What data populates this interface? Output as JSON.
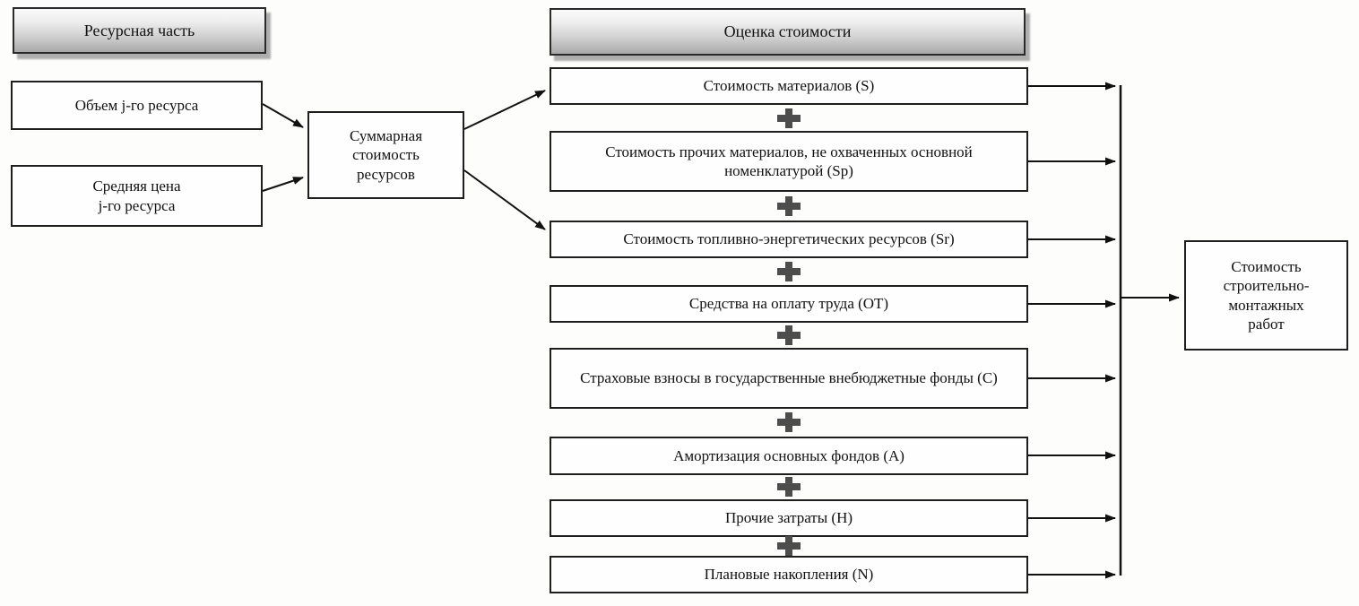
{
  "diagram": {
    "headers": {
      "left": "Ресурсная часть",
      "right": "Оценка стоимости"
    },
    "inputs": [
      {
        "label": "Объем j-го ресурса"
      },
      {
        "label": "Средняя цена\nj-го ресурса"
      }
    ],
    "sum_box": {
      "label": "Суммарная\nстоимость\nресурсов"
    },
    "cost_items": [
      {
        "label": "Стоимость материалов (S)"
      },
      {
        "label": "Стоимость прочих материалов, не охваченных основной номенклатурой (Sp)"
      },
      {
        "label": "Стоимость топливно-энергетических ресурсов (Sr)"
      },
      {
        "label": "Средства на оплату труда (ОТ)"
      },
      {
        "label": "Страховые взносы в государственные внебюджетные фонды (С)"
      },
      {
        "label": "Амортизация основных фондов (А)"
      },
      {
        "label": "Прочие затраты (Н)"
      },
      {
        "label": "Плановые накопления (N)"
      }
    ],
    "result_box": {
      "label": "Стоимость\nстроительно-\nмонтажных\nработ"
    },
    "icons": {
      "plus": "+"
    },
    "colors": {
      "line": "#111111",
      "plus": "#4d4d4d",
      "box_border": "#1e1e1e",
      "header_gradient_top": "#fbfbfb",
      "header_gradient_bottom": "#a9a9a9",
      "header_shadow": "#aeaeae",
      "background": "#fdfdfc"
    }
  }
}
